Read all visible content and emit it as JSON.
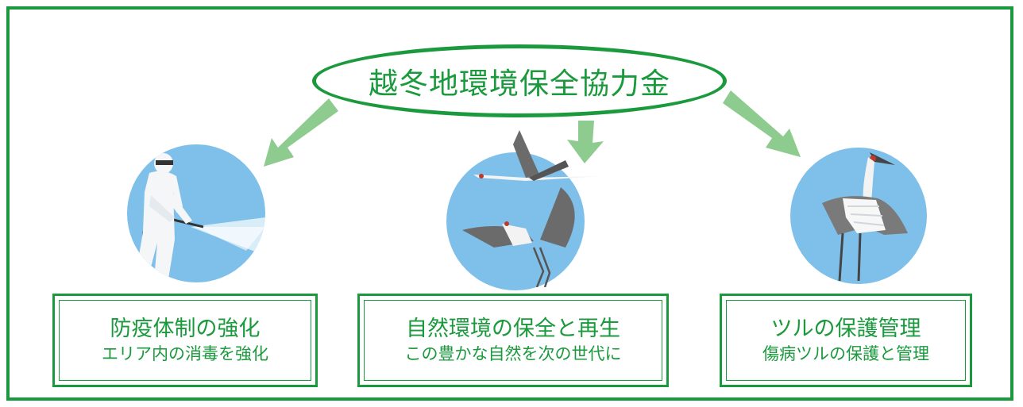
{
  "title": "越冬地環境保全協力金",
  "colors": {
    "frame": "#1a9a3c",
    "text": "#1a9a3c",
    "arrow": "#8dcb8f",
    "circle": "#7ec0ea"
  },
  "items": [
    {
      "icon": "disinfection-worker-icon",
      "heading": "防疫体制の強化",
      "sub": "エリア内の消毒を強化"
    },
    {
      "icon": "flying-cranes-icon",
      "heading": "自然環境の保全と再生",
      "sub": "この豊かな自然を次の世代に"
    },
    {
      "icon": "bandaged-crane-icon",
      "heading": "ツルの保護管理",
      "sub": "傷病ツルの保護と管理"
    }
  ]
}
